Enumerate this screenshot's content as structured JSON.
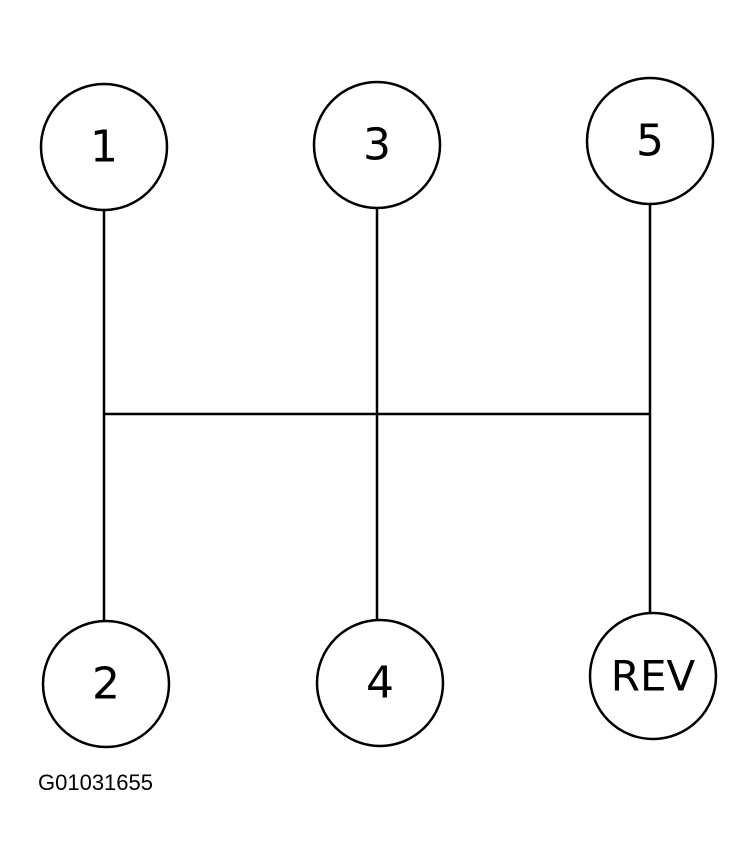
{
  "gears": [
    {
      "id": "g1",
      "label": "1"
    },
    {
      "id": "g3",
      "label": "3"
    },
    {
      "id": "g5",
      "label": "5"
    },
    {
      "id": "g2",
      "label": "2"
    },
    {
      "id": "g4",
      "label": "4"
    },
    {
      "id": "grev",
      "label": "REV"
    }
  ],
  "figure_id": "G01031655",
  "colors": {
    "line": "#000000",
    "background": "#ffffff"
  }
}
